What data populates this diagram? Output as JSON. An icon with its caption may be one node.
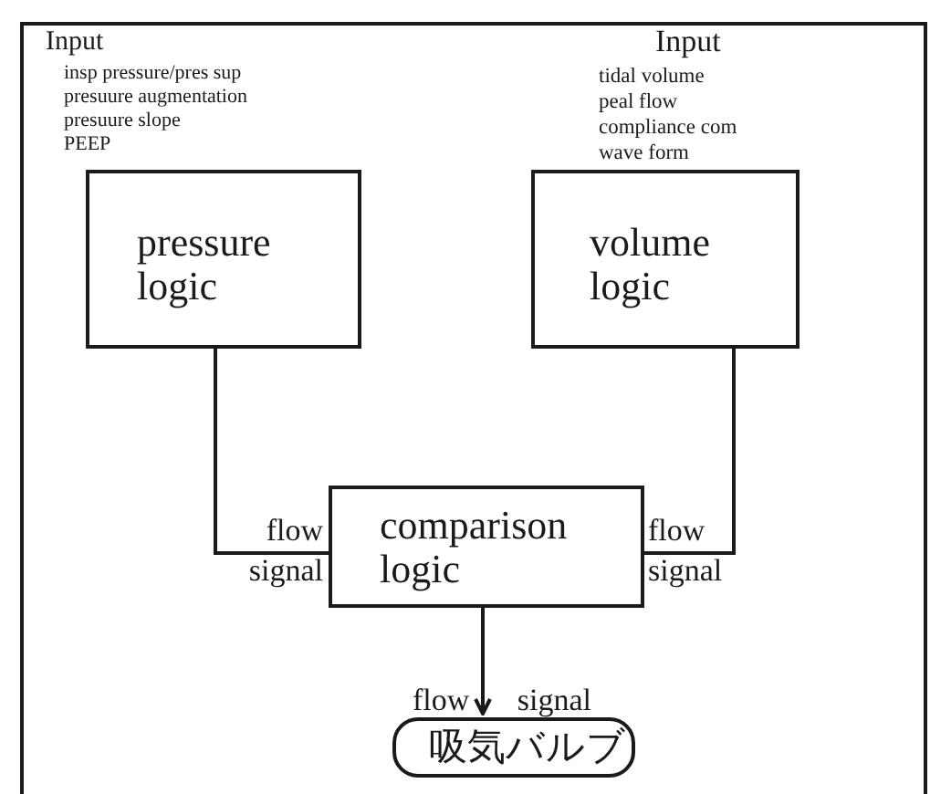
{
  "diagram": {
    "nodes": [
      {
        "text": [
          "pressure logic"
        ]
      },
      {
        "text": [
          "volume logic"
        ]
      },
      {
        "text": [
          "comparison logic"
        ]
      },
      {
        "text": [
          "吸気バルブ"
        ]
      }
    ],
    "edges": [
      {
        "from": 0,
        "to": 2,
        "arrow": "none",
        "label": "flow signal"
      },
      {
        "from": 1,
        "to": 2,
        "arrow": "none",
        "label": "flow signal"
      },
      {
        "from": 2,
        "to": 3,
        "arrow": "to",
        "label": "flow signal"
      }
    ],
    "labels": [
      "Input",
      "insp pressure/pres sup",
      "presuure augmentation",
      "presuure slope",
      "PEEP",
      "Input",
      "tidal volume",
      "peal flow",
      "compliance com",
      "wave form"
    ]
  }
}
